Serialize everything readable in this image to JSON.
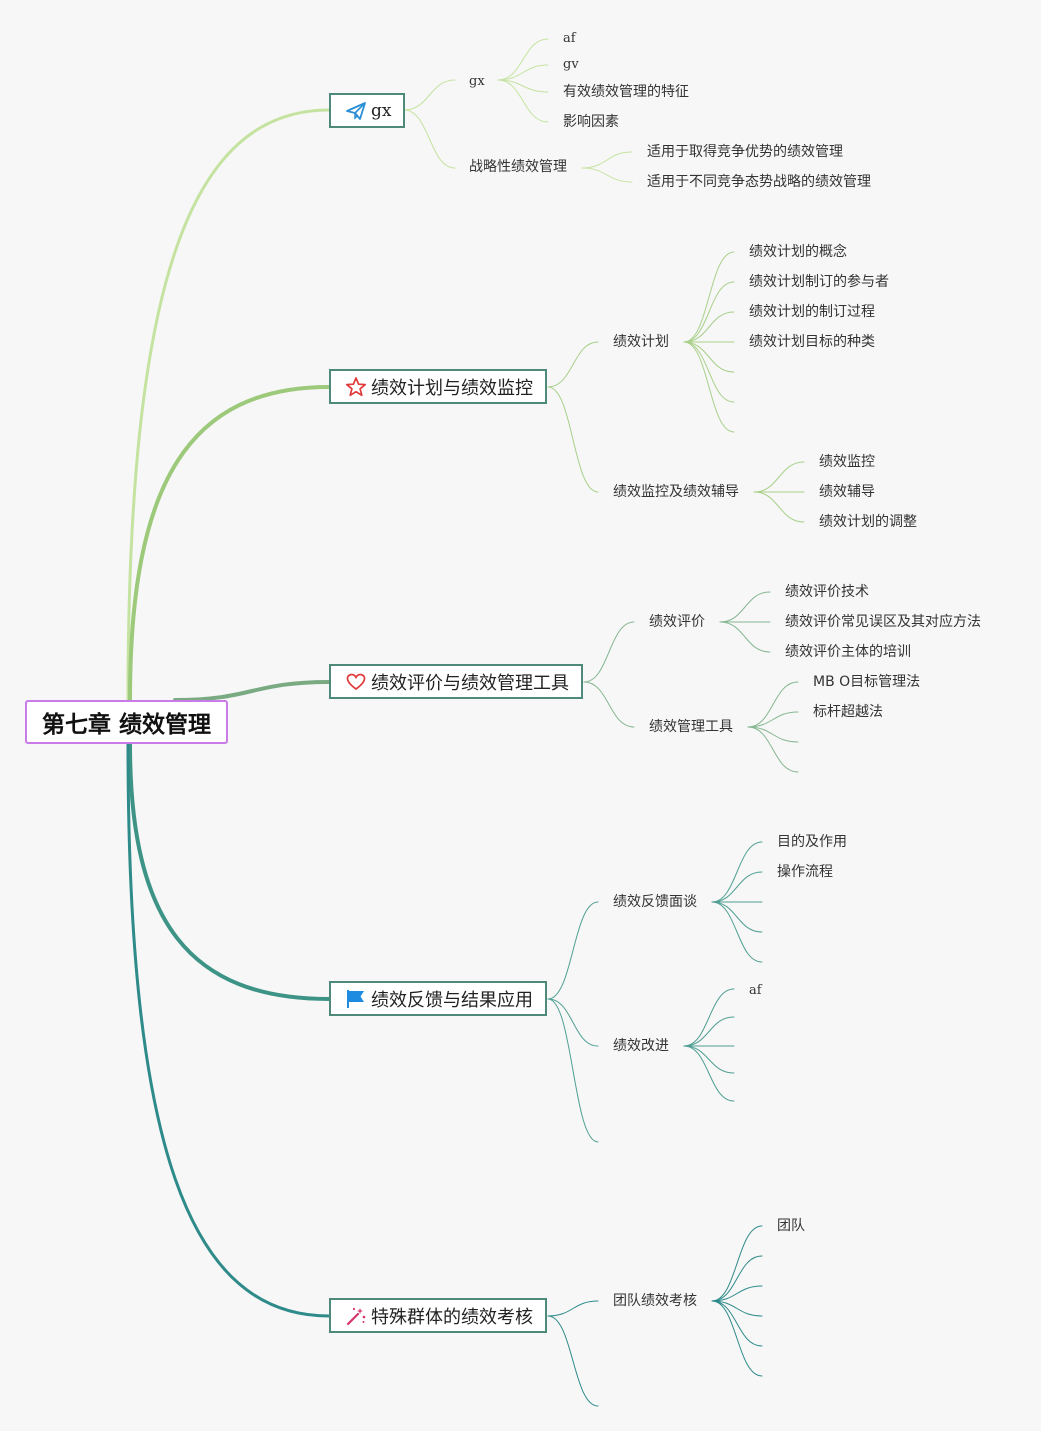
{
  "root": {
    "label": "第七章 绩效管理"
  },
  "colors": {
    "root_border": "#c97be8",
    "branch_border": "#4e8a7a",
    "branch1": "#c5e3a0",
    "branch2": "#9cc97a",
    "branch3": "#79aa82",
    "branch4": "#3d9486",
    "branch5": "#2f8a8a"
  },
  "branches": [
    {
      "label": "gx",
      "icon": "paper-plane-icon",
      "children": [
        {
          "label": "gx",
          "children": [
            "af",
            "gv",
            "有效绩效管理的特征",
            "影响因素"
          ]
        },
        {
          "label": "战略性绩效管理",
          "children": [
            "适用于取得竞争优势的绩效管理",
            "适用于不同竞争态势战略的绩效管理"
          ]
        }
      ]
    },
    {
      "label": "绩效计划与绩效监控",
      "icon": "star-icon",
      "children": [
        {
          "label": "绩效计划",
          "children": [
            "绩效计划的概念",
            "绩效计划制订的参与者",
            "绩效计划的制订过程",
            "绩效计划目标的种类",
            "",
            "",
            ""
          ]
        },
        {
          "label": "绩效监控及绩效辅导",
          "children": [
            "绩效监控",
            "绩效辅导",
            "绩效计划的调整"
          ]
        }
      ]
    },
    {
      "label": "绩效评价与绩效管理工具",
      "icon": "heart-icon",
      "children": [
        {
          "label": "绩效评价",
          "children": [
            "绩效评价技术",
            "绩效评价常见误区及其对应方法",
            "绩效评价主体的培训"
          ]
        },
        {
          "label": "绩效管理工具",
          "children": [
            "MB O目标管理法",
            "标杆超越法",
            "",
            ""
          ]
        }
      ]
    },
    {
      "label": "绩效反馈与结果应用",
      "icon": "flag-icon",
      "children": [
        {
          "label": "绩效反馈面谈",
          "children": [
            "目的及作用",
            "操作流程",
            "",
            "",
            ""
          ]
        },
        {
          "label": "绩效改进",
          "children": [
            "af",
            "",
            "",
            ""
          ]
        },
        {
          "label": "",
          "children": []
        }
      ]
    },
    {
      "label": "特殊群体的绩效考核",
      "icon": "magic-wand-icon",
      "children": [
        {
          "label": "团队绩效考核",
          "children": [
            "团队",
            "",
            "",
            "",
            "",
            ""
          ]
        },
        {
          "label": "",
          "children": []
        }
      ]
    }
  ]
}
